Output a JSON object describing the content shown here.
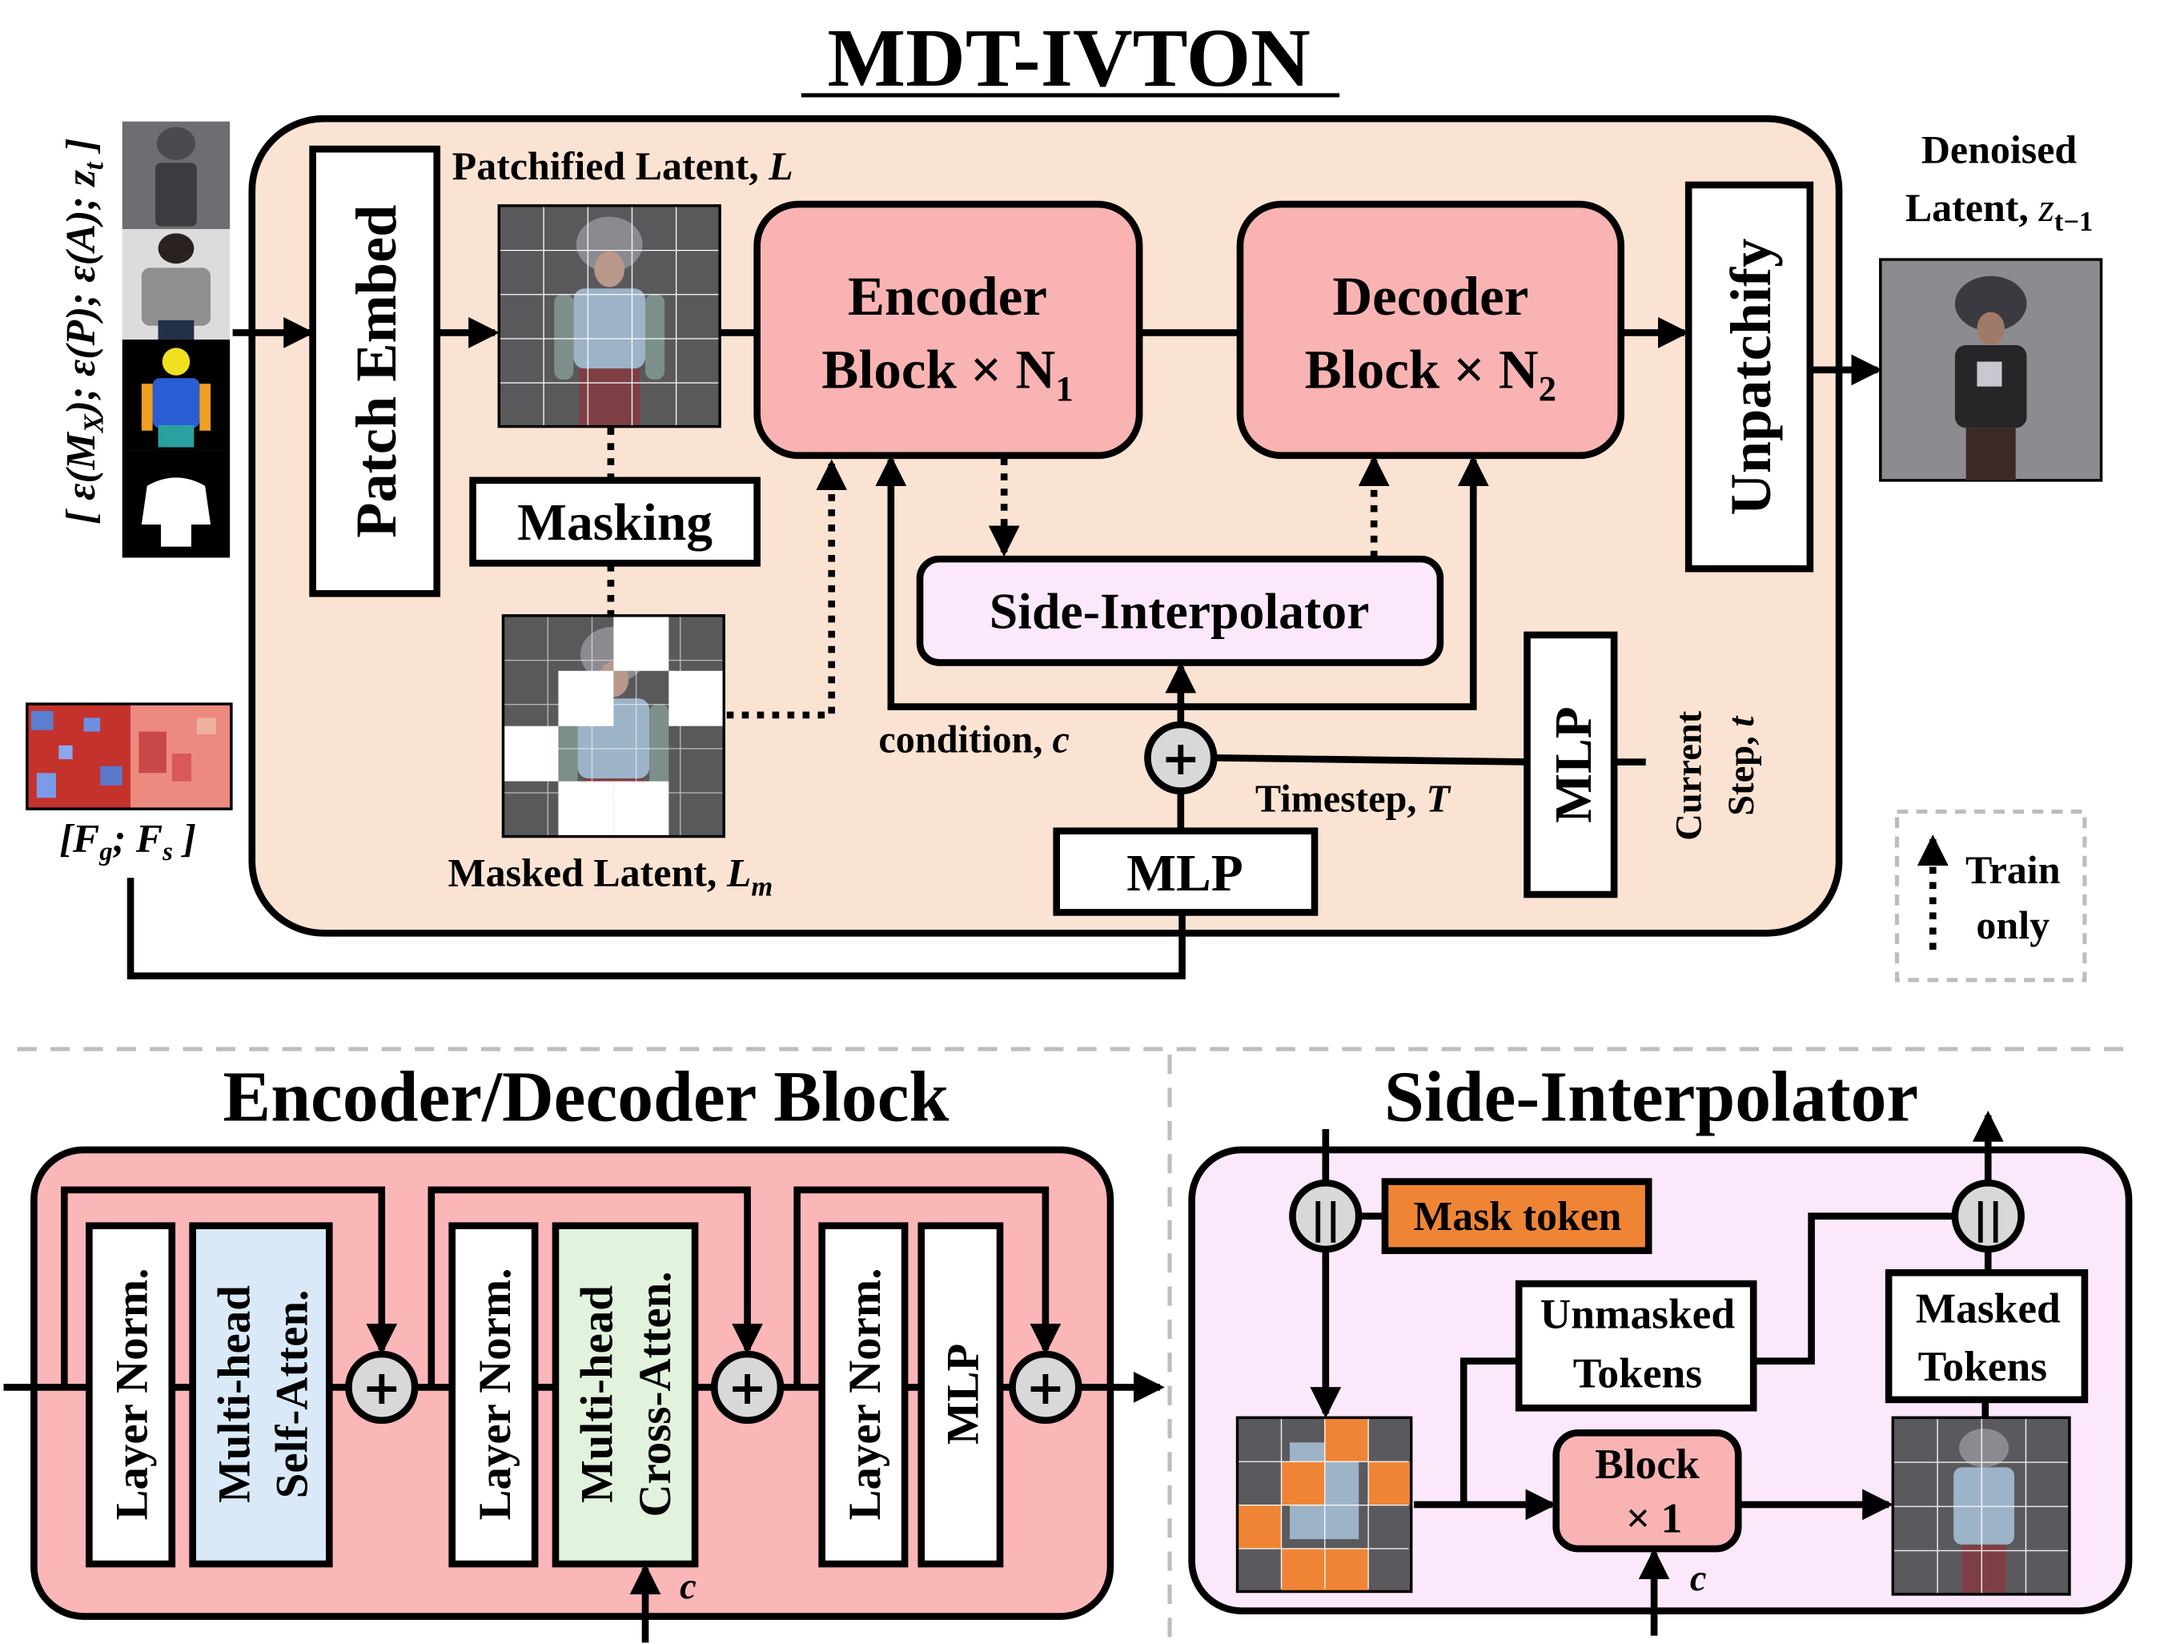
{
  "top": {
    "title": "MDT-IVTON",
    "input_label": "[ ε(M_X); ε(P); ε(A); z_t ]",
    "input_label_parts": [
      "[ ",
      "ε(M",
      "X",
      "); ε(P); ε(A); ",
      "z",
      "t",
      " ]"
    ],
    "feature_label_parts": [
      "[",
      "F",
      "g",
      "; ",
      "F",
      "s",
      " ]"
    ],
    "patch_embed": "Patch Embed",
    "patchified_latent": "Patchified Latent, ",
    "patchified_latent_var": "L",
    "masking": "Masking",
    "masked_latent": "Masked Latent, ",
    "masked_latent_var": "L",
    "masked_latent_sub": "m",
    "encoder_line1": "Encoder",
    "encoder_line2": "Block × N",
    "encoder_sub": "1",
    "decoder_line1": "Decoder",
    "decoder_line2": "Block × N",
    "decoder_sub": "2",
    "side_interpolator": "Side-Interpolator",
    "unpatchify": "Unpatchify",
    "denoised_line1": "Denoised",
    "denoised_line2": "Latent, ",
    "denoised_var": "z",
    "denoised_sub": "t−1",
    "condition": "condition, ",
    "condition_var": "c",
    "timestep": "Timestep, ",
    "timestep_var": "T",
    "current_step_line1": "Current",
    "current_step_line2": "Step, ",
    "current_step_var": "t",
    "mlp_vertical": "MLP",
    "mlp_horizontal": "MLP",
    "plus": "+",
    "legend_line1": "Train",
    "legend_line2": "only"
  },
  "encdec": {
    "title": "Encoder/Decoder Block",
    "layer_norm": "Layer Norm.",
    "self_attn_line1": "Multi-head",
    "self_attn_line2": "Self-Atten.",
    "cross_attn_line1": "Multi-head",
    "cross_attn_line2": "Cross-Atten.",
    "mlp": "MLP",
    "plus": "+",
    "c_label": "c"
  },
  "side": {
    "title": "Side-Interpolator",
    "mask_token": "Mask token",
    "unmasked_line1": "Unmasked",
    "unmasked_line2": "Tokens",
    "masked_line1": "Masked",
    "masked_line2": "Tokens",
    "block_line1": "Block",
    "block_line2": "× 1",
    "concat": "||",
    "c_label": "c"
  },
  "colors": {
    "main_panel": "#fbe3d3",
    "salmon_block": "#f9b3b3",
    "encdec_panel": "#fbb6b8",
    "side_panel": "#fbe9fb",
    "self_attn": "#d9e9f7",
    "cross_attn": "#e2f3dd",
    "mask_token": "#ef8534",
    "add_circle": "#d8d8d8",
    "dashed_gray": "#b8b8b8"
  }
}
